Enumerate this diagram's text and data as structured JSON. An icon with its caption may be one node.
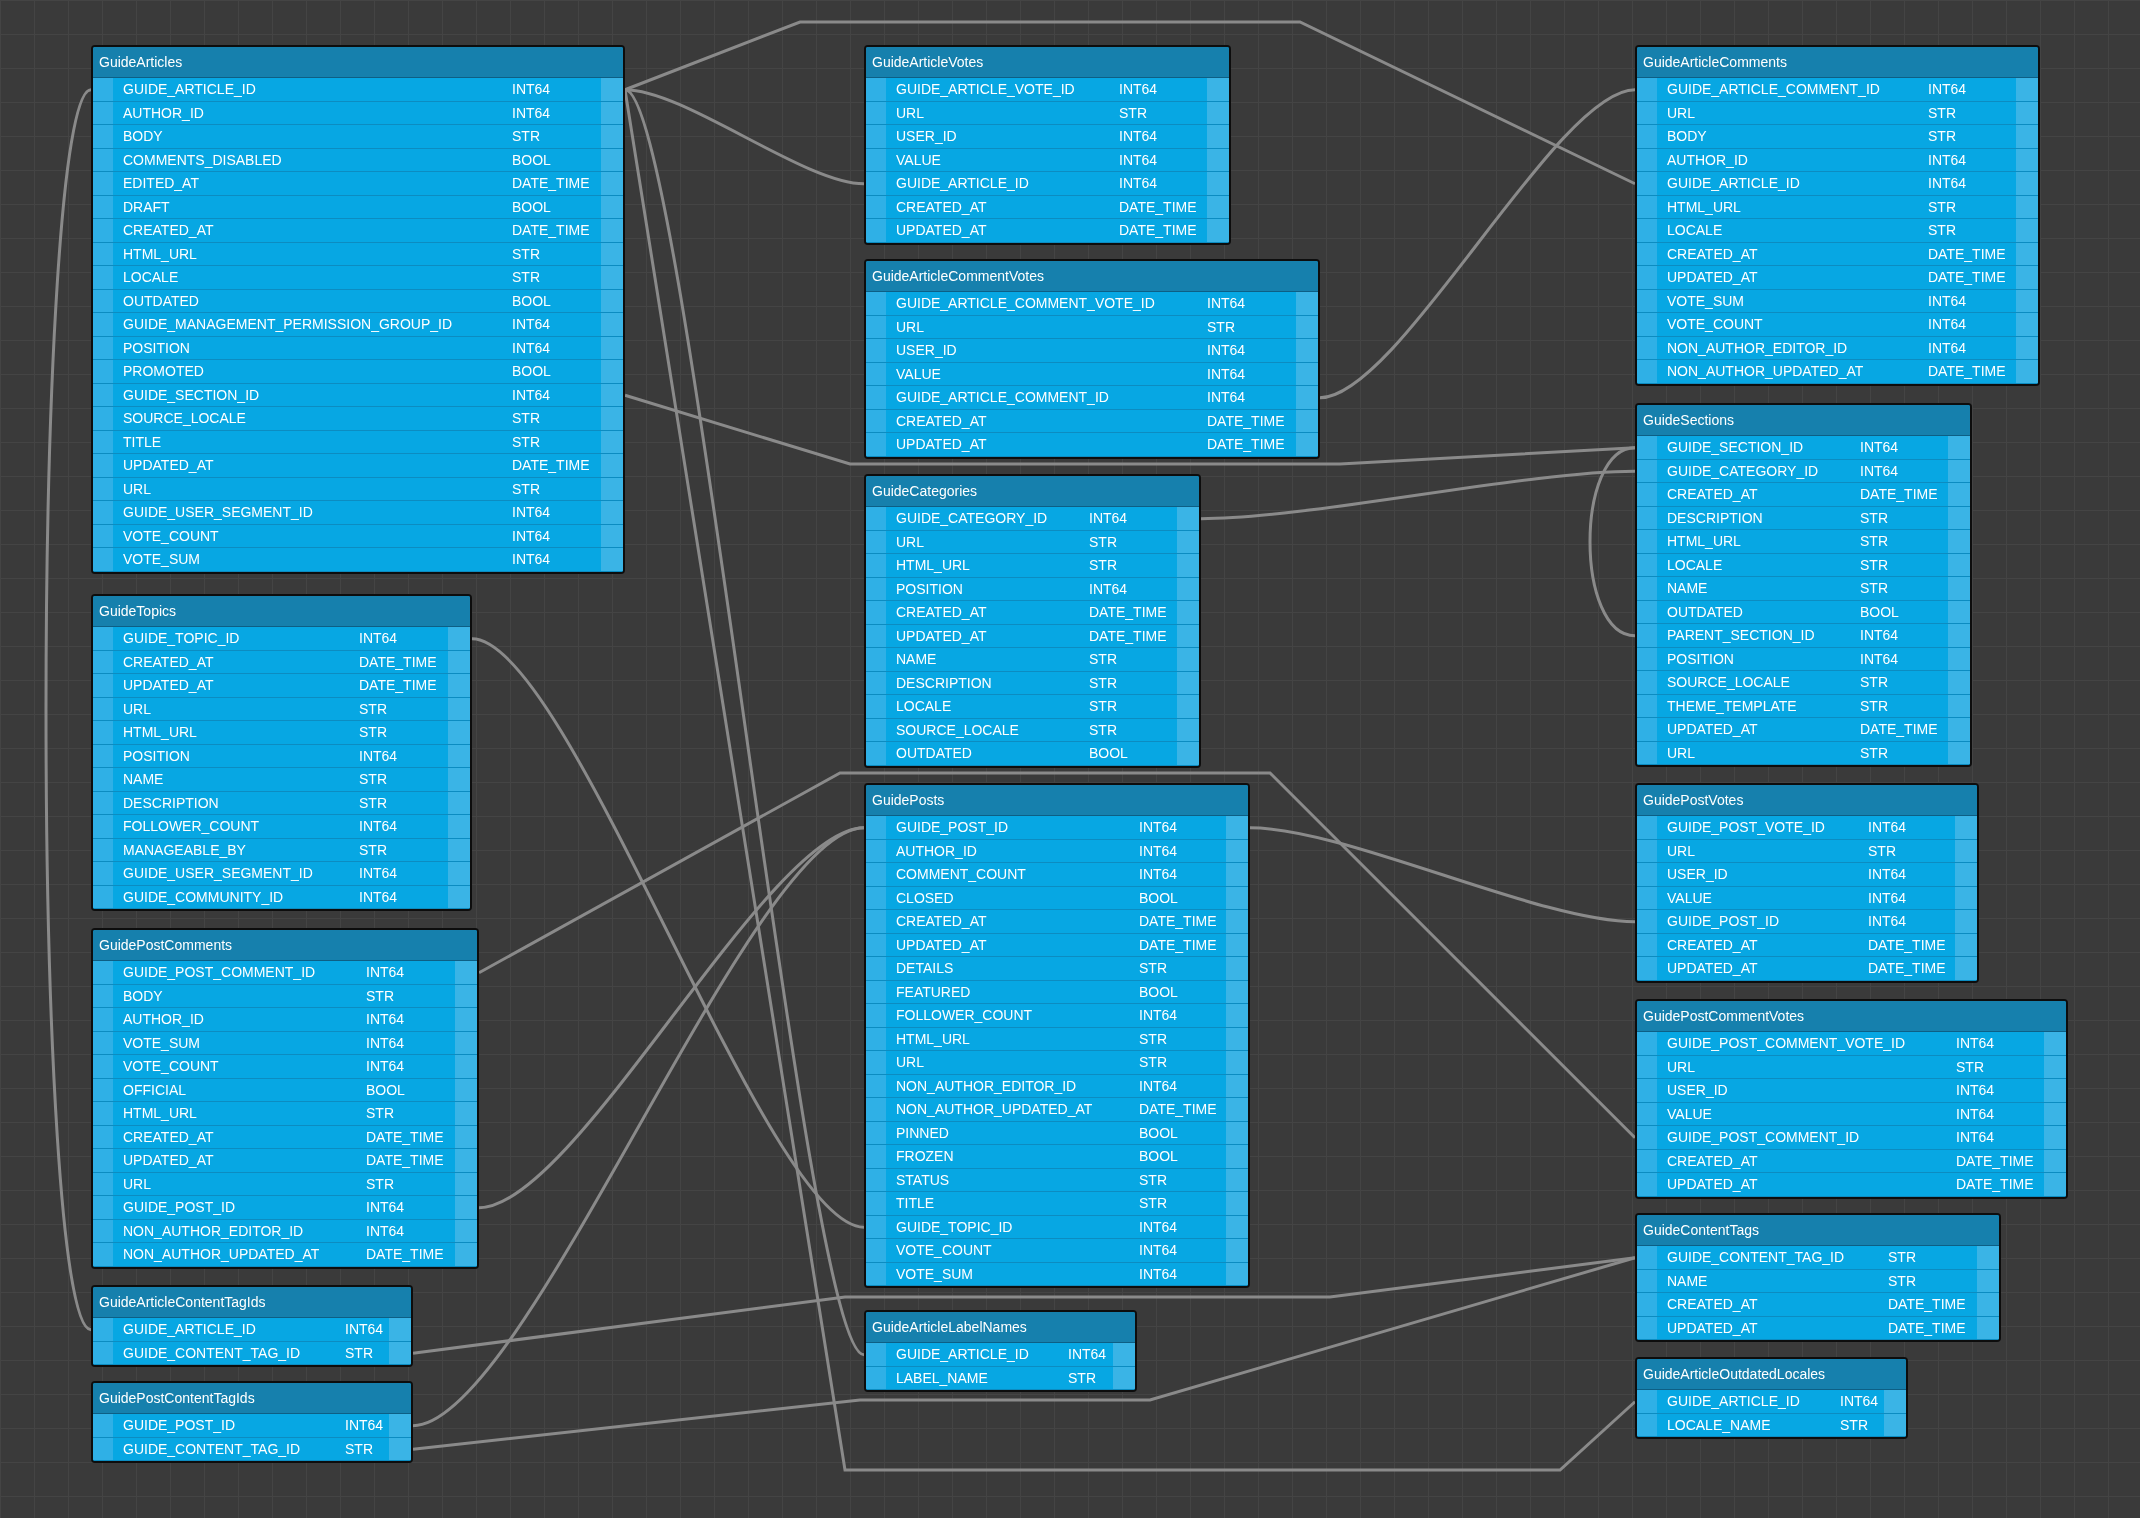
{
  "diagram": {
    "nodes": [
      {
        "text": [
          "GuideArticles"
        ]
      },
      {
        "text": [
          "GUIDE_ARTICLE_ID",
          "INT64"
        ],
        "in": 0
      },
      {
        "text": [
          "AUTHOR_ID",
          "INT64"
        ],
        "in": 0
      },
      {
        "text": [
          "BODY",
          "STR"
        ],
        "in": 0
      },
      {
        "text": [
          "COMMENTS_DISABLED",
          "BOOL"
        ],
        "in": 0
      },
      {
        "text": [
          "EDITED_AT",
          "DATE_TIME"
        ],
        "in": 0
      },
      {
        "text": [
          "DRAFT",
          "BOOL"
        ],
        "in": 0
      },
      {
        "text": [
          "CREATED_AT",
          "DATE_TIME"
        ],
        "in": 0
      },
      {
        "text": [
          "HTML_URL",
          "STR"
        ],
        "in": 0
      },
      {
        "text": [
          "LOCALE",
          "STR"
        ],
        "in": 0
      },
      {
        "text": [
          "OUTDATED",
          "BOOL"
        ],
        "in": 0
      },
      {
        "text": [
          "GUIDE_MANAGEMENT_PERMISSION_GROUP_ID",
          "INT64"
        ],
        "in": 0
      },
      {
        "text": [
          "POSITION",
          "INT64"
        ],
        "in": 0
      },
      {
        "text": [
          "PROMOTED",
          "BOOL"
        ],
        "in": 0
      },
      {
        "text": [
          "GUIDE_SECTION_ID",
          "INT64"
        ],
        "in": 0
      },
      {
        "text": [
          "SOURCE_LOCALE",
          "STR"
        ],
        "in": 0
      },
      {
        "text": [
          "TITLE",
          "STR"
        ],
        "in": 0
      },
      {
        "text": [
          "UPDATED_AT",
          "DATE_TIME"
        ],
        "in": 0
      },
      {
        "text": [
          "URL",
          "STR"
        ],
        "in": 0
      },
      {
        "text": [
          "GUIDE_USER_SEGMENT_ID",
          "INT64"
        ],
        "in": 0
      },
      {
        "text": [
          "VOTE_COUNT",
          "INT64"
        ],
        "in": 0
      },
      {
        "text": [
          "VOTE_SUM",
          "INT64"
        ],
        "in": 0
      },
      {
        "text": [
          "GuideArticleVotes"
        ]
      },
      {
        "text": [
          "GUIDE_ARTICLE_VOTE_ID",
          "INT64"
        ],
        "in": 22
      },
      {
        "text": [
          "URL",
          "STR"
        ],
        "in": 22
      },
      {
        "text": [
          "USER_ID",
          "INT64"
        ],
        "in": 22
      },
      {
        "text": [
          "VALUE",
          "INT64"
        ],
        "in": 22
      },
      {
        "text": [
          "GUIDE_ARTICLE_ID",
          "INT64"
        ],
        "in": 22
      },
      {
        "text": [
          "CREATED_AT",
          "DATE_TIME"
        ],
        "in": 22
      },
      {
        "text": [
          "UPDATED_AT",
          "DATE_TIME"
        ],
        "in": 22
      },
      {
        "text": [
          "GuideArticleComments"
        ]
      },
      {
        "text": [
          "GUIDE_ARTICLE_COMMENT_ID",
          "INT64"
        ],
        "in": 30
      },
      {
        "text": [
          "URL",
          "STR"
        ],
        "in": 30
      },
      {
        "text": [
          "BODY",
          "STR"
        ],
        "in": 30
      },
      {
        "text": [
          "AUTHOR_ID",
          "INT64"
        ],
        "in": 30
      },
      {
        "text": [
          "GUIDE_ARTICLE_ID",
          "INT64"
        ],
        "in": 30
      },
      {
        "text": [
          "HTML_URL",
          "STR"
        ],
        "in": 30
      },
      {
        "text": [
          "LOCALE",
          "STR"
        ],
        "in": 30
      },
      {
        "text": [
          "CREATED_AT",
          "DATE_TIME"
        ],
        "in": 30
      },
      {
        "text": [
          "UPDATED_AT",
          "DATE_TIME"
        ],
        "in": 30
      },
      {
        "text": [
          "VOTE_SUM",
          "INT64"
        ],
        "in": 30
      },
      {
        "text": [
          "VOTE_COUNT",
          "INT64"
        ],
        "in": 30
      },
      {
        "text": [
          "NON_AUTHOR_EDITOR_ID",
          "INT64"
        ],
        "in": 30
      },
      {
        "text": [
          "NON_AUTHOR_UPDATED_AT",
          "DATE_TIME"
        ],
        "in": 30
      },
      {
        "text": [
          "GuideArticleCommentVotes"
        ]
      },
      {
        "text": [
          "GUIDE_ARTICLE_COMMENT_VOTE_ID",
          "INT64"
        ],
        "in": 44
      },
      {
        "text": [
          "URL",
          "STR"
        ],
        "in": 44
      },
      {
        "text": [
          "USER_ID",
          "INT64"
        ],
        "in": 44
      },
      {
        "text": [
          "VALUE",
          "INT64"
        ],
        "in": 44
      },
      {
        "text": [
          "GUIDE_ARTICLE_COMMENT_ID",
          "INT64"
        ],
        "in": 44
      },
      {
        "text": [
          "CREATED_AT",
          "DATE_TIME"
        ],
        "in": 44
      },
      {
        "text": [
          "UPDATED_AT",
          "DATE_TIME"
        ],
        "in": 44
      },
      {
        "text": [
          "GuideSections"
        ]
      },
      {
        "text": [
          "GUIDE_SECTION_ID",
          "INT64"
        ],
        "in": 52
      },
      {
        "text": [
          "GUIDE_CATEGORY_ID",
          "INT64"
        ],
        "in": 52
      },
      {
        "text": [
          "CREATED_AT",
          "DATE_TIME"
        ],
        "in": 52
      },
      {
        "text": [
          "DESCRIPTION",
          "STR"
        ],
        "in": 52
      },
      {
        "text": [
          "HTML_URL",
          "STR"
        ],
        "in": 52
      },
      {
        "text": [
          "LOCALE",
          "STR"
        ],
        "in": 52
      },
      {
        "text": [
          "NAME",
          "STR"
        ],
        "in": 52
      },
      {
        "text": [
          "OUTDATED",
          "BOOL"
        ],
        "in": 52
      },
      {
        "text": [
          "PARENT_SECTION_ID",
          "INT64"
        ],
        "in": 52
      },
      {
        "text": [
          "POSITION",
          "INT64"
        ],
        "in": 52
      },
      {
        "text": [
          "SOURCE_LOCALE",
          "STR"
        ],
        "in": 52
      },
      {
        "text": [
          "THEME_TEMPLATE",
          "STR"
        ],
        "in": 52
      },
      {
        "text": [
          "UPDATED_AT",
          "DATE_TIME"
        ],
        "in": 52
      },
      {
        "text": [
          "URL",
          "STR"
        ],
        "in": 52
      },
      {
        "text": [
          "GuideCategories"
        ]
      },
      {
        "text": [
          "GUIDE_CATEGORY_ID",
          "INT64"
        ],
        "in": 67
      },
      {
        "text": [
          "URL",
          "STR"
        ],
        "in": 67
      },
      {
        "text": [
          "HTML_URL",
          "STR"
        ],
        "in": 67
      },
      {
        "text": [
          "POSITION",
          "INT64"
        ],
        "in": 67
      },
      {
        "text": [
          "CREATED_AT",
          "DATE_TIME"
        ],
        "in": 67
      },
      {
        "text": [
          "UPDATED_AT",
          "DATE_TIME"
        ],
        "in": 67
      },
      {
        "text": [
          "NAME",
          "STR"
        ],
        "in": 67
      },
      {
        "text": [
          "DESCRIPTION",
          "STR"
        ],
        "in": 67
      },
      {
        "text": [
          "LOCALE",
          "STR"
        ],
        "in": 67
      },
      {
        "text": [
          "SOURCE_LOCALE",
          "STR"
        ],
        "in": 67
      },
      {
        "text": [
          "OUTDATED",
          "BOOL"
        ],
        "in": 67
      },
      {
        "text": [
          "GuideTopics"
        ]
      },
      {
        "text": [
          "GUIDE_TOPIC_ID",
          "INT64"
        ],
        "in": 79
      },
      {
        "text": [
          "CREATED_AT",
          "DATE_TIME"
        ],
        "in": 79
      },
      {
        "text": [
          "UPDATED_AT",
          "DATE_TIME"
        ],
        "in": 79
      },
      {
        "text": [
          "URL",
          "STR"
        ],
        "in": 79
      },
      {
        "text": [
          "HTML_URL",
          "STR"
        ],
        "in": 79
      },
      {
        "text": [
          "POSITION",
          "INT64"
        ],
        "in": 79
      },
      {
        "text": [
          "NAME",
          "STR"
        ],
        "in": 79
      },
      {
        "text": [
          "DESCRIPTION",
          "STR"
        ],
        "in": 79
      },
      {
        "text": [
          "FOLLOWER_COUNT",
          "INT64"
        ],
        "in": 79
      },
      {
        "text": [
          "MANAGEABLE_BY",
          "STR"
        ],
        "in": 79
      },
      {
        "text": [
          "GUIDE_USER_SEGMENT_ID",
          "INT64"
        ],
        "in": 79
      },
      {
        "text": [
          "GUIDE_COMMUNITY_ID",
          "INT64"
        ],
        "in": 79
      },
      {
        "text": [
          "GuidePosts"
        ]
      },
      {
        "text": [
          "GUIDE_POST_ID",
          "INT64"
        ],
        "in": 92
      },
      {
        "text": [
          "AUTHOR_ID",
          "INT64"
        ],
        "in": 92
      },
      {
        "text": [
          "COMMENT_COUNT",
          "INT64"
        ],
        "in": 92
      },
      {
        "text": [
          "CLOSED",
          "BOOL"
        ],
        "in": 92
      },
      {
        "text": [
          "CREATED_AT",
          "DATE_TIME"
        ],
        "in": 92
      },
      {
        "text": [
          "UPDATED_AT",
          "DATE_TIME"
        ],
        "in": 92
      },
      {
        "text": [
          "DETAILS",
          "STR"
        ],
        "in": 92
      },
      {
        "text": [
          "FEATURED",
          "BOOL"
        ],
        "in": 92
      },
      {
        "text": [
          "FOLLOWER_COUNT",
          "INT64"
        ],
        "in": 92
      },
      {
        "text": [
          "HTML_URL",
          "STR"
        ],
        "in": 92
      },
      {
        "text": [
          "URL",
          "STR"
        ],
        "in": 92
      },
      {
        "text": [
          "NON_AUTHOR_EDITOR_ID",
          "INT64"
        ],
        "in": 92
      },
      {
        "text": [
          "NON_AUTHOR_UPDATED_AT",
          "DATE_TIME"
        ],
        "in": 92
      },
      {
        "text": [
          "PINNED",
          "BOOL"
        ],
        "in": 92
      },
      {
        "text": [
          "FROZEN",
          "BOOL"
        ],
        "in": 92
      },
      {
        "text": [
          "STATUS",
          "STR"
        ],
        "in": 92
      },
      {
        "text": [
          "TITLE",
          "STR"
        ],
        "in": 92
      },
      {
        "text": [
          "GUIDE_TOPIC_ID",
          "INT64"
        ],
        "in": 92
      },
      {
        "text": [
          "VOTE_COUNT",
          "INT64"
        ],
        "in": 92
      },
      {
        "text": [
          "VOTE_SUM",
          "INT64"
        ],
        "in": 92
      },
      {
        "text": [
          "GuidePostVotes"
        ]
      },
      {
        "text": [
          "GUIDE_POST_VOTE_ID",
          "INT64"
        ],
        "in": 113
      },
      {
        "text": [
          "URL",
          "STR"
        ],
        "in": 113
      },
      {
        "text": [
          "USER_ID",
          "INT64"
        ],
        "in": 113
      },
      {
        "text": [
          "VALUE",
          "INT64"
        ],
        "in": 113
      },
      {
        "text": [
          "GUIDE_POST_ID",
          "INT64"
        ],
        "in": 113
      },
      {
        "text": [
          "CREATED_AT",
          "DATE_TIME"
        ],
        "in": 113
      },
      {
        "text": [
          "UPDATED_AT",
          "DATE_TIME"
        ],
        "in": 113
      },
      {
        "text": [
          "GuidePostComments"
        ]
      },
      {
        "text": [
          "GUIDE_POST_COMMENT_ID",
          "INT64"
        ],
        "in": 121
      },
      {
        "text": [
          "BODY",
          "STR"
        ],
        "in": 121
      },
      {
        "text": [
          "AUTHOR_ID",
          "INT64"
        ],
        "in": 121
      },
      {
        "text": [
          "VOTE_SUM",
          "INT64"
        ],
        "in": 121
      },
      {
        "text": [
          "VOTE_COUNT",
          "INT64"
        ],
        "in": 121
      },
      {
        "text": [
          "OFFICIAL",
          "BOOL"
        ],
        "in": 121
      },
      {
        "text": [
          "HTML_URL",
          "STR"
        ],
        "in": 121
      },
      {
        "text": [
          "CREATED_AT",
          "DATE_TIME"
        ],
        "in": 121
      },
      {
        "text": [
          "UPDATED_AT",
          "DATE_TIME"
        ],
        "in": 121
      },
      {
        "text": [
          "URL",
          "STR"
        ],
        "in": 121
      },
      {
        "text": [
          "GUIDE_POST_ID",
          "INT64"
        ],
        "in": 121
      },
      {
        "text": [
          "NON_AUTHOR_EDITOR_ID",
          "INT64"
        ],
        "in": 121
      },
      {
        "text": [
          "NON_AUTHOR_UPDATED_AT",
          "DATE_TIME"
        ],
        "in": 121
      },
      {
        "text": [
          "GuidePostCommentVotes"
        ]
      },
      {
        "text": [
          "GUIDE_POST_COMMENT_VOTE_ID",
          "INT64"
        ],
        "in": 135
      },
      {
        "text": [
          "URL",
          "STR"
        ],
        "in": 135
      },
      {
        "text": [
          "USER_ID",
          "INT64"
        ],
        "in": 135
      },
      {
        "text": [
          "VALUE",
          "INT64"
        ],
        "in": 135
      },
      {
        "text": [
          "GUIDE_POST_COMMENT_ID",
          "INT64"
        ],
        "in": 135
      },
      {
        "text": [
          "CREATED_AT",
          "DATE_TIME"
        ],
        "in": 135
      },
      {
        "text": [
          "UPDATED_AT",
          "DATE_TIME"
        ],
        "in": 135
      },
      {
        "text": [
          "GuideContentTags"
        ]
      },
      {
        "text": [
          "GUIDE_CONTENT_TAG_ID",
          "STR"
        ],
        "in": 143
      },
      {
        "text": [
          "NAME",
          "STR"
        ],
        "in": 143
      },
      {
        "text": [
          "CREATED_AT",
          "DATE_TIME"
        ],
        "in": 143
      },
      {
        "text": [
          "UPDATED_AT",
          "DATE_TIME"
        ],
        "in": 143
      },
      {
        "text": [
          "GuideArticleContentTagIds"
        ]
      },
      {
        "text": [
          "GUIDE_ARTICLE_ID",
          "INT64"
        ],
        "in": 148
      },
      {
        "text": [
          "GUIDE_CONTENT_TAG_ID",
          "STR"
        ],
        "in": 148
      },
      {
        "text": [
          "GuideArticleLabelNames"
        ]
      },
      {
        "text": [
          "GUIDE_ARTICLE_ID",
          "INT64"
        ],
        "in": 151
      },
      {
        "text": [
          "LABEL_NAME",
          "STR"
        ],
        "in": 151
      },
      {
        "text": [
          "GuideArticleOutdatedLocales"
        ]
      },
      {
        "text": [
          "GUIDE_ARTICLE_ID",
          "INT64"
        ],
        "in": 154
      },
      {
        "text": [
          "LOCALE_NAME",
          "STR"
        ],
        "in": 154
      },
      {
        "text": [
          "GuidePostContentTagIds"
        ]
      },
      {
        "text": [
          "GUIDE_POST_ID",
          "INT64"
        ],
        "in": 157
      },
      {
        "text": [
          "GUIDE_CONTENT_TAG_ID",
          "STR"
        ],
        "in": 157
      }
    ],
    "edges": [
      {
        "from": 1,
        "to": 27,
        "arrow": "none"
      },
      {
        "from": 1,
        "to": 35,
        "arrow": "none"
      },
      {
        "from": 1,
        "to": 155,
        "arrow": "none"
      },
      {
        "from": 1,
        "to": 152,
        "arrow": "none"
      },
      {
        "from": 1,
        "to": 149,
        "arrow": "none"
      },
      {
        "from": 14,
        "to": 53,
        "arrow": "none"
      },
      {
        "from": 49,
        "to": 31,
        "arrow": "none"
      },
      {
        "from": 68,
        "to": 54,
        "arrow": "none"
      },
      {
        "from": 61,
        "to": 53,
        "arrow": "none"
      },
      {
        "from": 80,
        "to": 110,
        "arrow": "none"
      },
      {
        "from": 93,
        "to": 118,
        "arrow": "none"
      },
      {
        "from": 132,
        "to": 93,
        "arrow": "none"
      },
      {
        "from": 122,
        "to": 140,
        "arrow": "none"
      },
      {
        "from": 158,
        "to": 93,
        "arrow": "none"
      },
      {
        "from": 150,
        "to": 144,
        "arrow": "none"
      },
      {
        "from": 159,
        "to": 144,
        "arrow": "none"
      }
    ]
  }
}
